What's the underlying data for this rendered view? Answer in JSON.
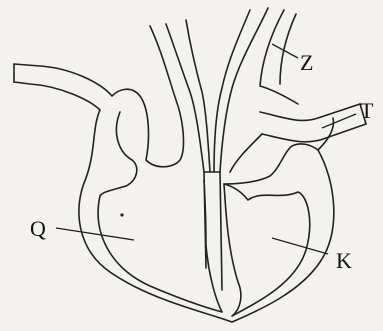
{
  "diagram": {
    "labels": {
      "z": "Z",
      "t": "T",
      "q": "Q",
      "k": "K"
    },
    "colors": {
      "background": "#f3f2ee",
      "ink": "#222222"
    }
  }
}
